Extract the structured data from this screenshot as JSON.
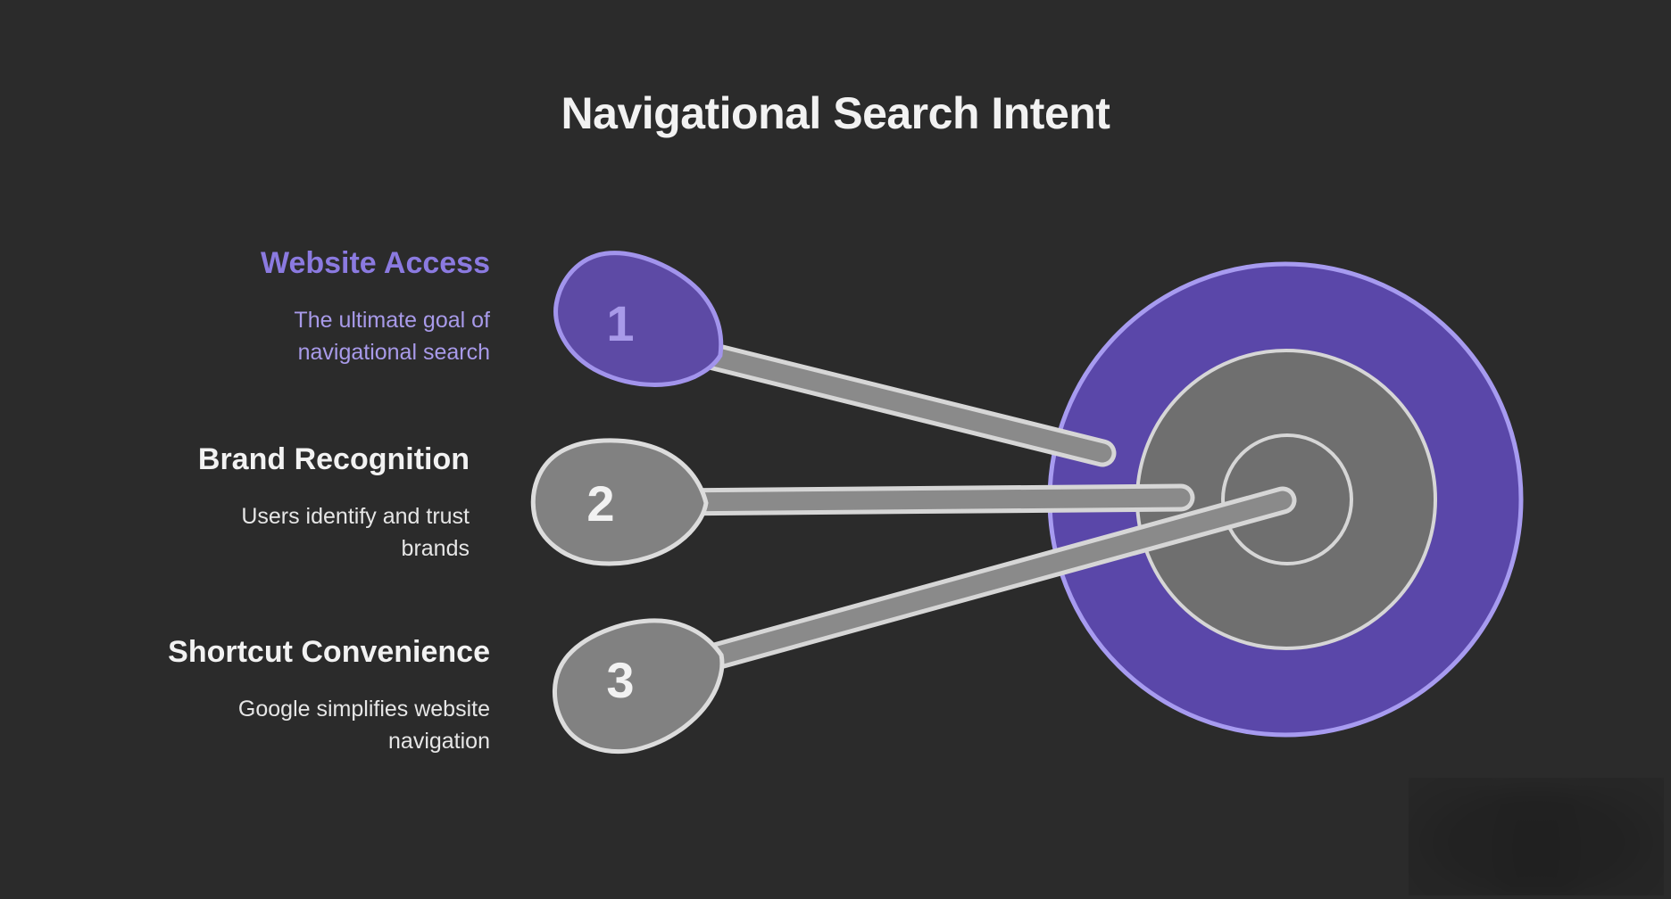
{
  "title": "Navigational Search Intent",
  "items": [
    {
      "number": "1",
      "heading": "Website Access",
      "desc": [
        "The ultimate goal of",
        "navigational search"
      ]
    },
    {
      "number": "2",
      "heading": "Brand Recognition",
      "desc": [
        "Users identify and trust",
        "brands"
      ]
    },
    {
      "number": "3",
      "heading": "Shortcut Convenience",
      "desc": [
        "Google simplifies website",
        "navigation"
      ]
    }
  ],
  "colors": {
    "background": "#2b2b2b",
    "accent_purple": "#5a47a9",
    "accent_purple_light": "#a79bf0",
    "dart_purple_fill": "#5d4aa5",
    "dart_gray_fill": "#818181",
    "target_gray": "#6f6f6f",
    "outline_light": "#d6d6d6",
    "title_text": "#f2f2f2",
    "purple_heading_text": "#8b7ae0",
    "purple_desc_text": "#a89ae9"
  }
}
